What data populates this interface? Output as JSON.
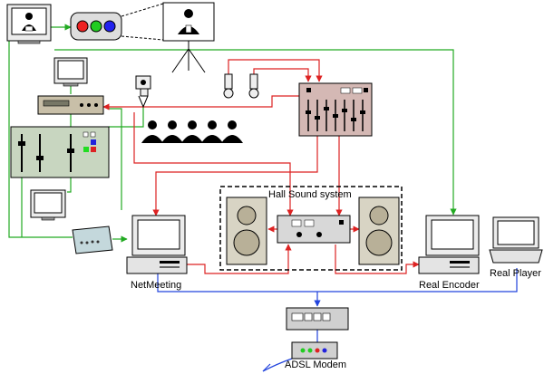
{
  "labels": {
    "hall_sound": "Hall Sound system",
    "netmeeting": "NetMeeting",
    "real_encoder": "Real Encoder",
    "real_player": "Real Player",
    "adsl_modem": "ADSL Modem"
  },
  "colors": {
    "video_link": "#22aa22",
    "audio_link": "#dd2222",
    "network_link": "#2244dd"
  }
}
